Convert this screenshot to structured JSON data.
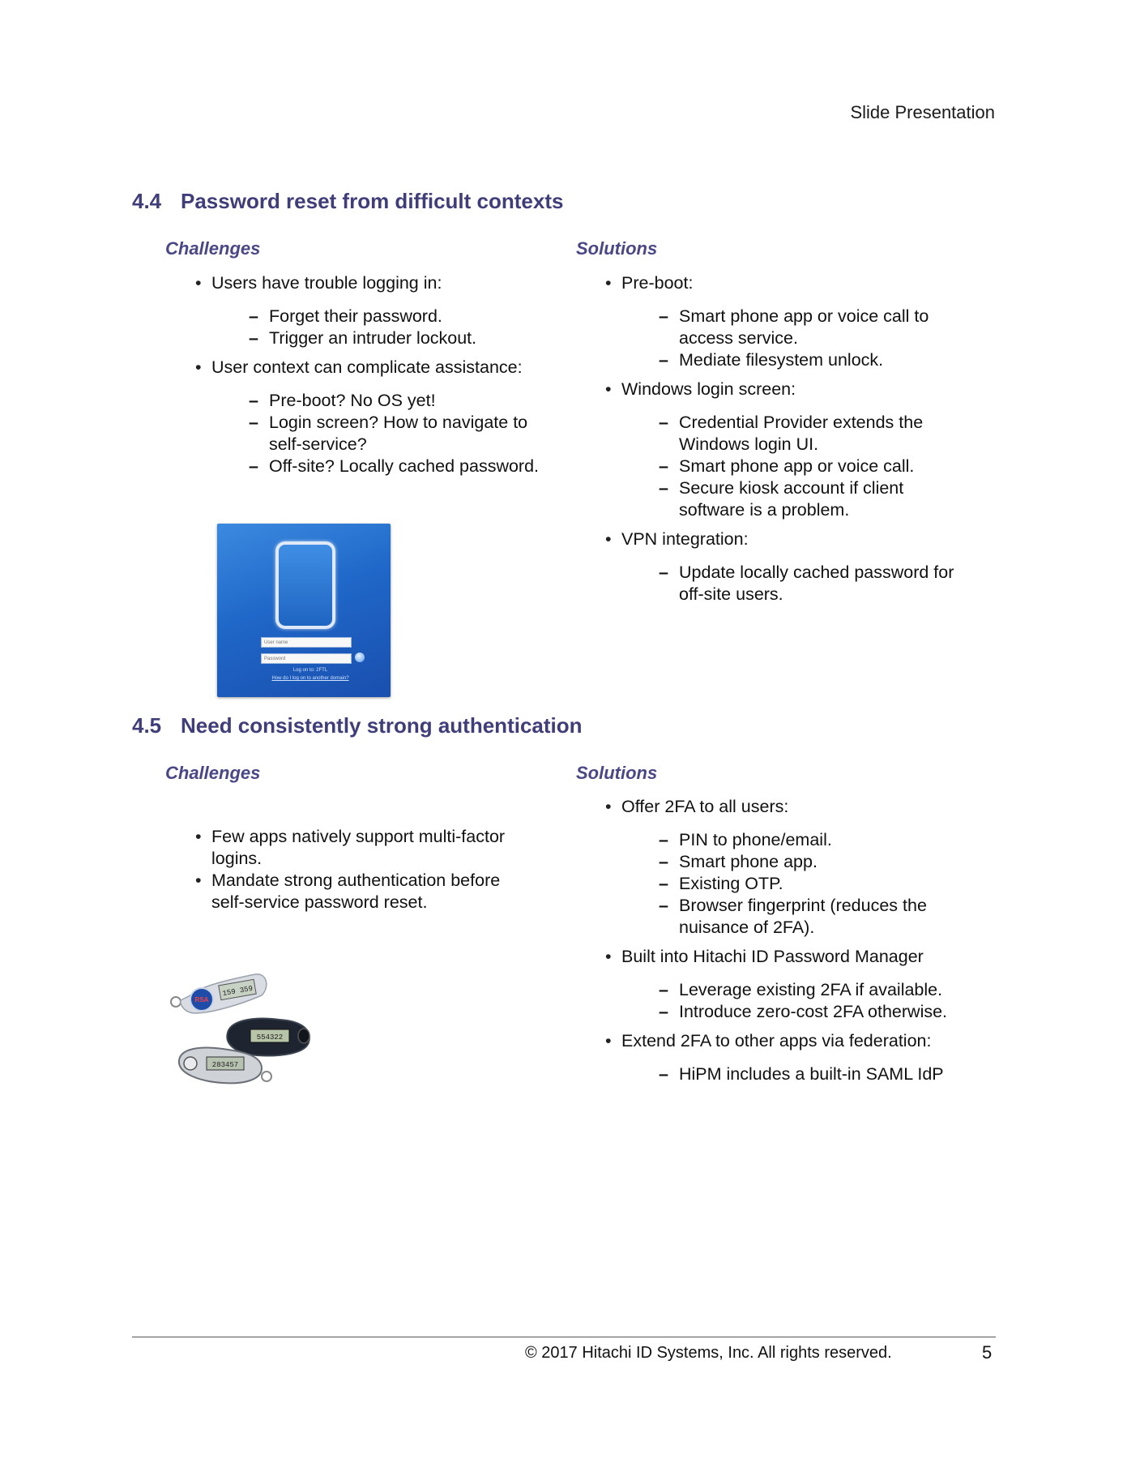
{
  "header": {
    "doc_type": "Slide Presentation"
  },
  "sections": [
    {
      "number": "4.4",
      "title": "Password reset from difficult contexts",
      "challenges_heading": "Challenges",
      "solutions_heading": "Solutions",
      "challenges": [
        {
          "text": "Users have trouble logging in:",
          "sub": [
            "Forget their password.",
            "Trigger an intruder lockout."
          ]
        },
        {
          "text": "User context can complicate assistance:",
          "sub": [
            "Pre-boot? No OS yet!",
            "Login screen? How to navigate to self-service?",
            "Off-site? Locally cached password."
          ]
        }
      ],
      "solutions": [
        {
          "text": "Pre-boot:",
          "sub": [
            "Smart phone app or voice call to access service.",
            "Mediate filesystem unlock."
          ]
        },
        {
          "text": "Windows login screen:",
          "sub": [
            "Credential Provider extends the Windows login UI.",
            "Smart phone app or voice call.",
            "Secure kiosk account if client software is a problem."
          ]
        },
        {
          "text": "VPN integration:",
          "sub": [
            "Update locally cached password for off-site users."
          ]
        }
      ],
      "image": {
        "username_placeholder": "User name",
        "password_placeholder": "Password",
        "logon_text": "Log on to: 2FTL",
        "other_domain_link": "How do I log on to another domain?"
      }
    },
    {
      "number": "4.5",
      "title": "Need consistently strong authentication",
      "challenges_heading": "Challenges",
      "solutions_heading": "Solutions",
      "challenges": [
        {
          "text": "Few apps natively support multi-factor logins."
        },
        {
          "text": "Mandate strong authentication before self-service password reset."
        }
      ],
      "solutions": [
        {
          "text": "Offer 2FA to all users:",
          "sub": [
            "PIN to phone/email.",
            "Smart phone app.",
            "Existing OTP.",
            "Browser fingerprint (reduces the nuisance of 2FA)."
          ]
        },
        {
          "text": "Built into Hitachi ID Password Manager",
          "sub": [
            "Leverage existing 2FA if available.",
            "Introduce zero-cost 2FA otherwise."
          ]
        },
        {
          "text": "Extend 2FA to other apps via federation:",
          "sub": [
            "HiPM includes a built-in SAML IdP"
          ]
        }
      ],
      "image": {
        "token1_brand": "RSA",
        "token1_display": "159 359",
        "token2_display": "554322",
        "token3_display": "283457"
      }
    }
  ],
  "footer": {
    "copyright": "© 2017 Hitachi ID Systems, Inc. All rights reserved.",
    "page_number": "5"
  }
}
